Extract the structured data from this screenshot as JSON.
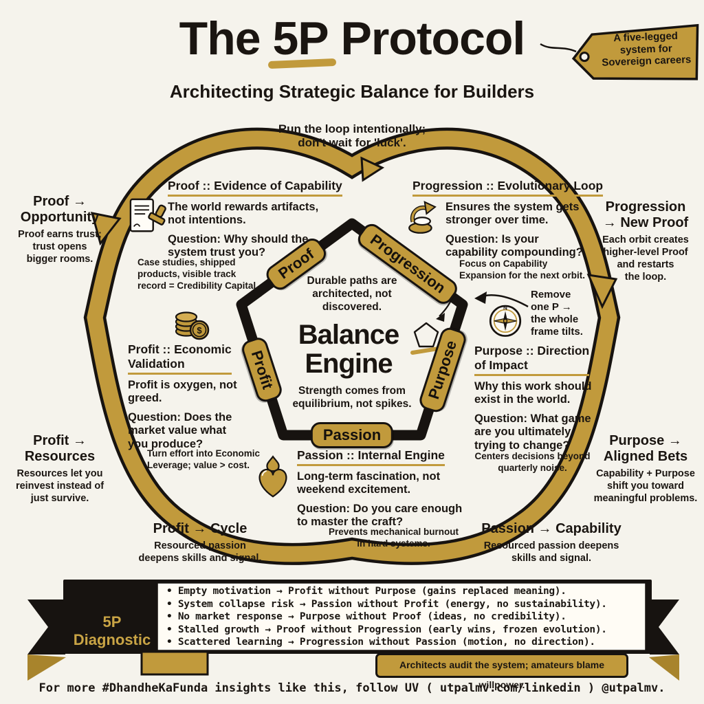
{
  "colors": {
    "gold": "#c19a3c",
    "ink": "#171310",
    "bg": "#f5f3ec"
  },
  "title": {
    "pre": "The ",
    "em": "5P",
    "post": " Protocol",
    "subtitle": "Architecting Strategic Balance for Builders"
  },
  "tag": {
    "text": "A five-legged\nsystem for\nSovereign careers"
  },
  "loop_note": "Run the loop intentionally;\ndon't wait for 'luck'.",
  "pentagon": {
    "intro": "Durable paths are\narchitected, not\ndiscovered.",
    "title": "Balance\nEngine",
    "outro": "Strength comes from\nequilibrium, not spikes.",
    "nodes": [
      "Proof",
      "Progression",
      "Purpose",
      "Passion",
      "Profit"
    ]
  },
  "sections": {
    "proof": {
      "heading": "Proof :: Evidence of Capability",
      "body": "The world rewards artifacts,\nnot intentions.",
      "question": "Question: Why should the\nsystem trust you?",
      "note": "Case studies, shipped\nproducts, visible track\nrecord = Credibility Capital."
    },
    "progression": {
      "heading": "Progression :: Evolutionary Loop",
      "body": "Ensures the system gets\nstronger over time.",
      "question": "Question: Is your\ncapability compounding?",
      "note": "Focus on Capability\nExpansion for the next orbit."
    },
    "profit": {
      "heading": "Profit :: Economic\nValidation",
      "body": "Profit is oxygen, not\ngreed.",
      "question": "Question: Does the\nmarket value what\nyou produce?",
      "note": "Turn effort into Economic\nLeverage; value > cost."
    },
    "purpose": {
      "heading": "Purpose :: Direction\nof Impact",
      "body": "Why this work should\nexist in the world.",
      "question": "Question: What game\nare you ultimately\ntrying to change?",
      "note": "Centers decisions beyond\nquarterly noise."
    },
    "passion": {
      "heading": "Passion :: Internal Engine",
      "body": "Long-term fascination, not\nweekend excitement.",
      "question": "Question: Do you care enough\nto master the craft?",
      "note": "Prevents mechanical burnout\nin hard systems."
    }
  },
  "edge_notes": {
    "proof_opportunity": {
      "title": "Proof →\nOpportunity",
      "body": "Proof earns trust;\ntrust opens\nbigger rooms."
    },
    "progression_new_proof": {
      "title": "Progression\n→ New Proof",
      "body": "Each orbit creates\nhigher-level Proof\nand restarts\nthe loop."
    },
    "profit_resources": {
      "title": "Profit →\nResources",
      "body": "Resources let you\nreinvest instead of\njust survive."
    },
    "purpose_aligned_bets": {
      "title": "Purpose →\nAligned Bets",
      "body": "Capability + Purpose\nshift you toward\nmeaningful problems."
    },
    "profit_cycle": {
      "title": "Profit → Cycle",
      "body": "Resourced passion\ndeepens skills and signal."
    },
    "passion_capability": {
      "title": "Passion → Capability",
      "body": "Resourced passion deepens\nskills and signal."
    }
  },
  "annotations": {
    "remove_p": "Remove\none P →\nthe whole\nframe tilts.",
    "compass_n": "N",
    "dollar": "$"
  },
  "diagnostic": {
    "label": "5P Diagnostic",
    "items": [
      "Empty motivation → Profit without Purpose (gains replaced meaning).",
      "System collapse risk → Passion without Profit (energy, no sustainability).",
      "No market response → Purpose without Proof (ideas, no credibility).",
      "Stalled growth → Proof without Progression (early wins, frozen evolution).",
      "Scattered learning → Progression without Passion (motion, no direction)."
    ],
    "quote": "Architects audit the system; amateurs blame willpower."
  },
  "footer": "For more #DhandheKaFunda insights like this, follow UV ( utpalmv.com/linkedin ) @utpalmv.",
  "icons": {
    "proof": "stamp-document-icon",
    "progression": "spiral-steps-icon",
    "profit": "coins-icon",
    "passion": "flaming-heart-icon",
    "purpose": "compass-icon"
  }
}
